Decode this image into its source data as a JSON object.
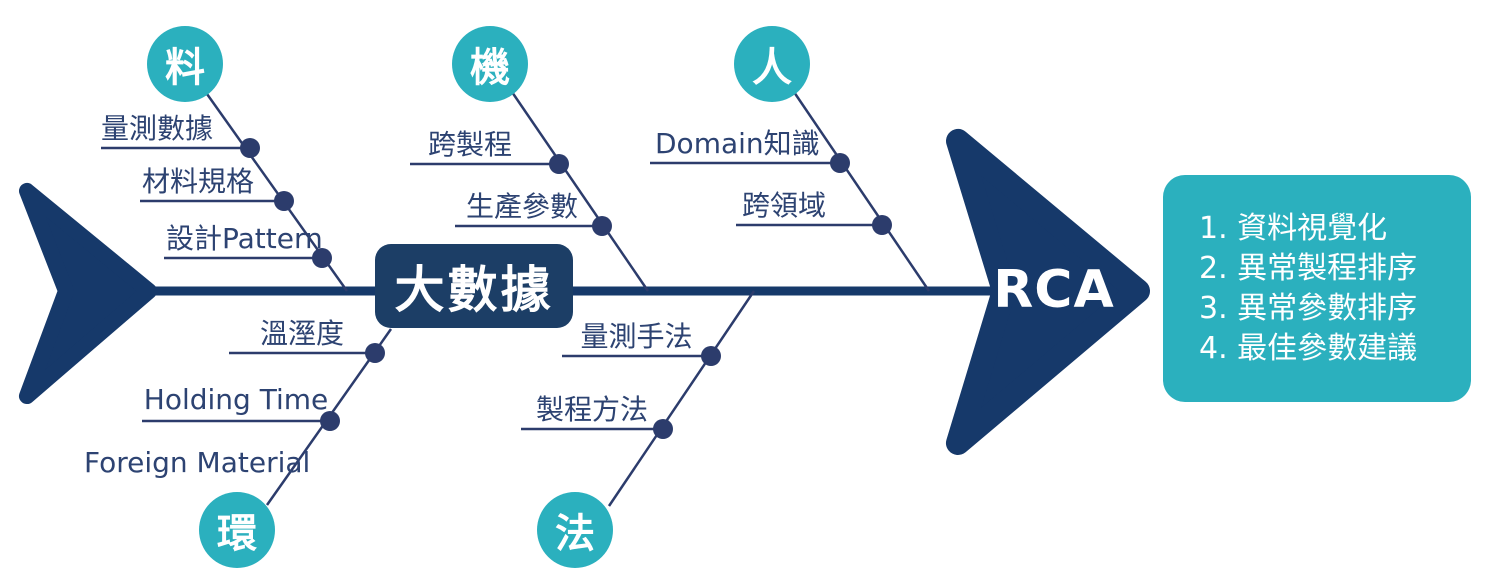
{
  "diagram": {
    "center": "大數據",
    "effect": "RCA",
    "branches": {
      "material": {
        "circle": "料",
        "items": [
          "量測數據",
          "材料規格",
          "設計Pattern"
        ]
      },
      "machine": {
        "circle": "機",
        "items": [
          "跨製程",
          "生產參數"
        ]
      },
      "man": {
        "circle": "人",
        "items": [
          "Domain知識",
          "跨領域"
        ]
      },
      "environment": {
        "circle": "環",
        "items": [
          "溫溼度",
          "Holding Time",
          "Foreign Material"
        ]
      },
      "method": {
        "circle": "法",
        "items": [
          "量測手法",
          "製程方法"
        ]
      }
    },
    "outcomes": [
      "1. 資料視覺化",
      "2. 異常製程排序",
      "3. 異常參數排序",
      "4. 最佳參數建議"
    ],
    "colors": {
      "navy": "#16396a",
      "teal": "#2bb0be",
      "label_text": "#2d4372",
      "text_on_fill": "#ffffff"
    }
  }
}
